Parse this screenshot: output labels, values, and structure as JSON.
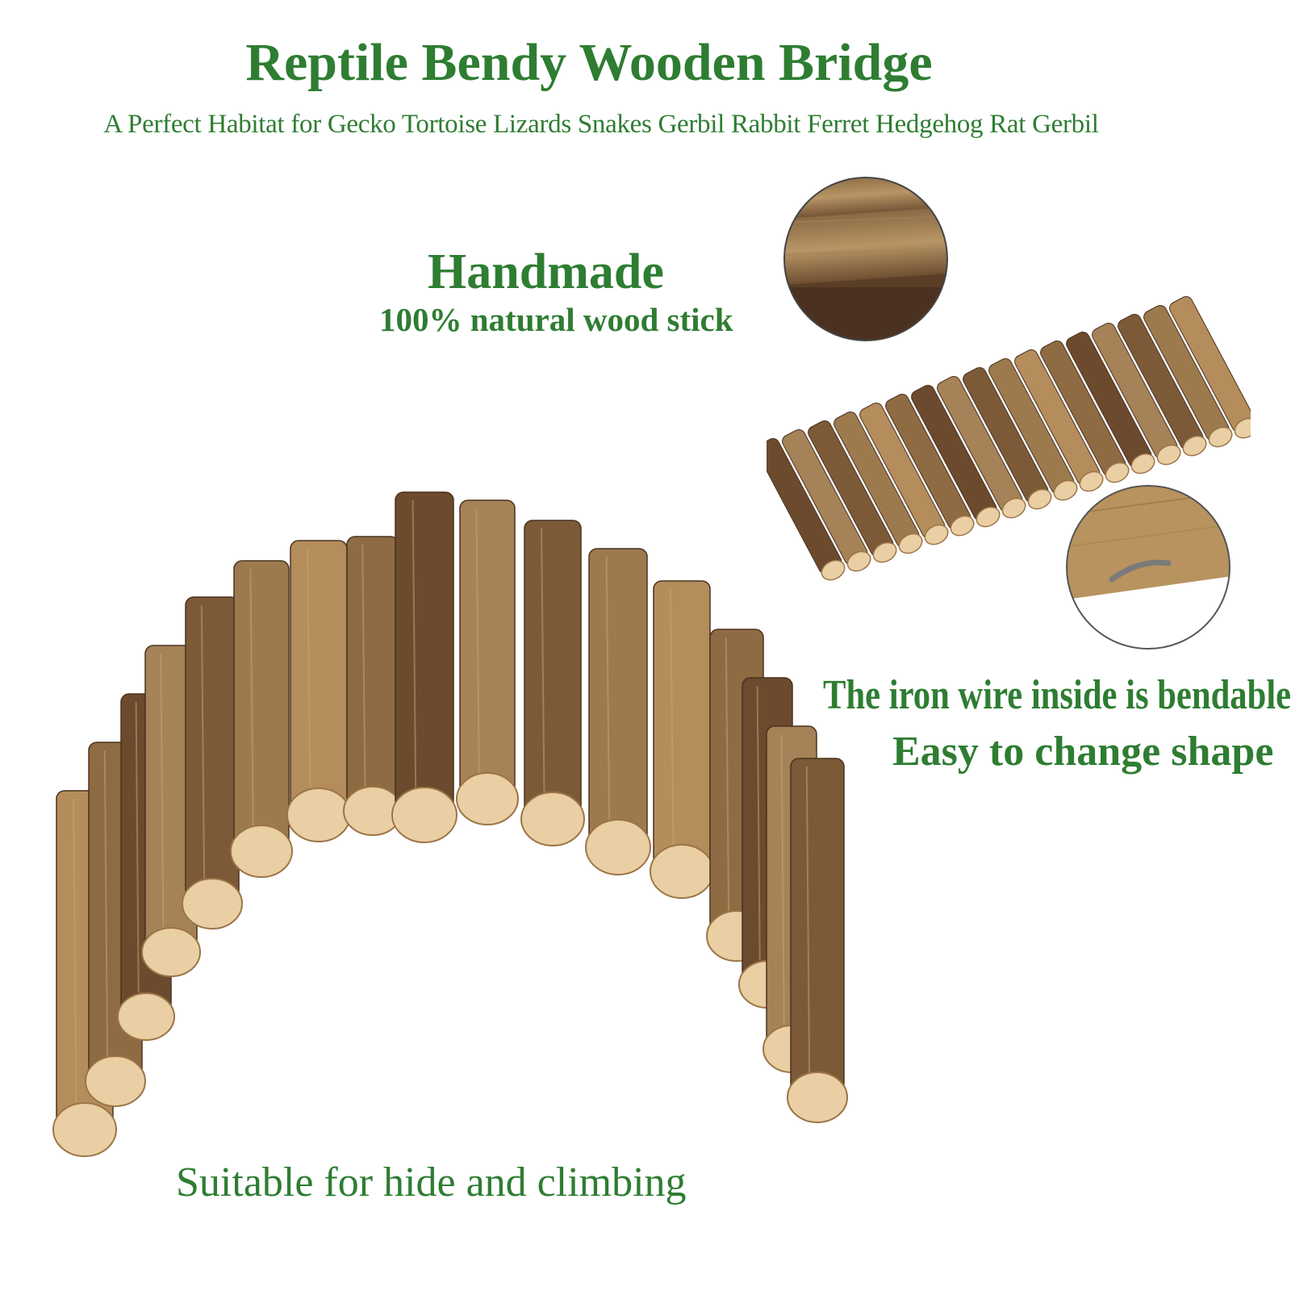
{
  "header": {
    "title": "Reptile Bendy Wooden Bridge",
    "subtitle": "A Perfect Habitat for Gecko Tortoise Lizards Snakes Gerbil Rabbit Ferret Hedgehog Rat Gerbil"
  },
  "features": {
    "handmade_title": "Handmade",
    "handmade_detail": "100% natural wood stick",
    "wire_line": "The iron wire inside is bendable",
    "shape_line": "Easy to change shape",
    "use_line": "Suitable for hide and climbing"
  },
  "colors": {
    "text_green": "#2e7d32",
    "wood_light": "#b58c5c",
    "wood_dark": "#6b4a2e",
    "cut_end": "#e9cfa3"
  }
}
